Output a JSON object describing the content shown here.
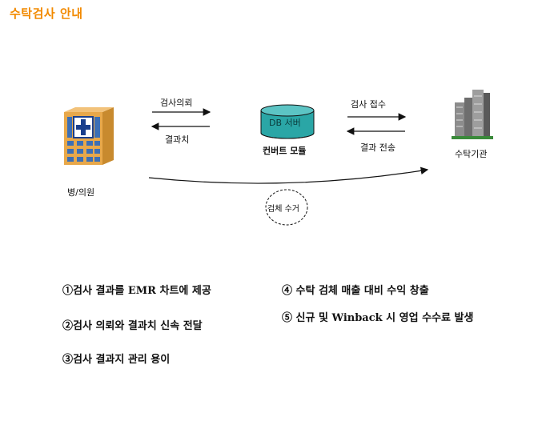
{
  "title": "수탁검사 안내",
  "diagram": {
    "nodes": {
      "hospital": "병/의원",
      "module_db": "DB 서버",
      "module": "컨버트 모듈",
      "lab": "수탁기관"
    },
    "arrows": {
      "request": "검사의뢰",
      "result": "결과치",
      "receive": "검사 접수",
      "send": "결과 전송",
      "pickup": "검체 수거"
    }
  },
  "features": {
    "left": [
      "①검사 결과를 EMR 차트에 제공",
      "②검사 의뢰와 결과치 신속 전달",
      "③검사 결과지 관리 용이"
    ],
    "right": [
      "④  수탁 검체 매출 대비 수익 창출",
      "⑤  신규 및 Winback 시 영업 수수료 발생"
    ]
  },
  "colors": {
    "title": "#F28A00",
    "hospital_body": "#E8A84A",
    "hospital_windows": "#3C6FB5",
    "cross": "#1A3F8C",
    "db_cylinder": "#2AA6A6"
  }
}
